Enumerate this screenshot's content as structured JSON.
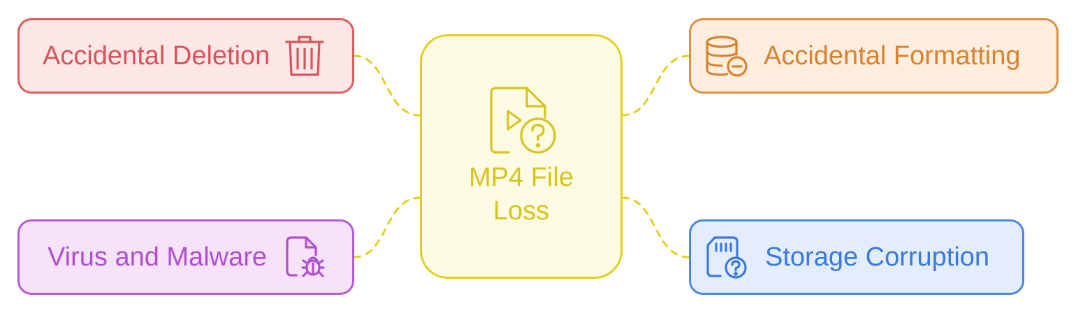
{
  "center": {
    "title": "MP4 File\nLoss",
    "icon": "video-file-question-icon"
  },
  "causes": [
    {
      "label": "Accidental Deletion",
      "icon": "trash-icon"
    },
    {
      "label": "Accidental Formatting",
      "icon": "database-minus-icon"
    },
    {
      "label": "Virus and Malware",
      "icon": "file-bug-icon"
    },
    {
      "label": "Storage Corruption",
      "icon": "sd-card-question-icon"
    }
  ],
  "colors": {
    "center": "#e6cf1a",
    "deletion": "#e05a5e",
    "formatting": "#e0903d",
    "virus": "#b65ad5",
    "storage": "#4a86e3",
    "connector": "#e6cf1a"
  }
}
